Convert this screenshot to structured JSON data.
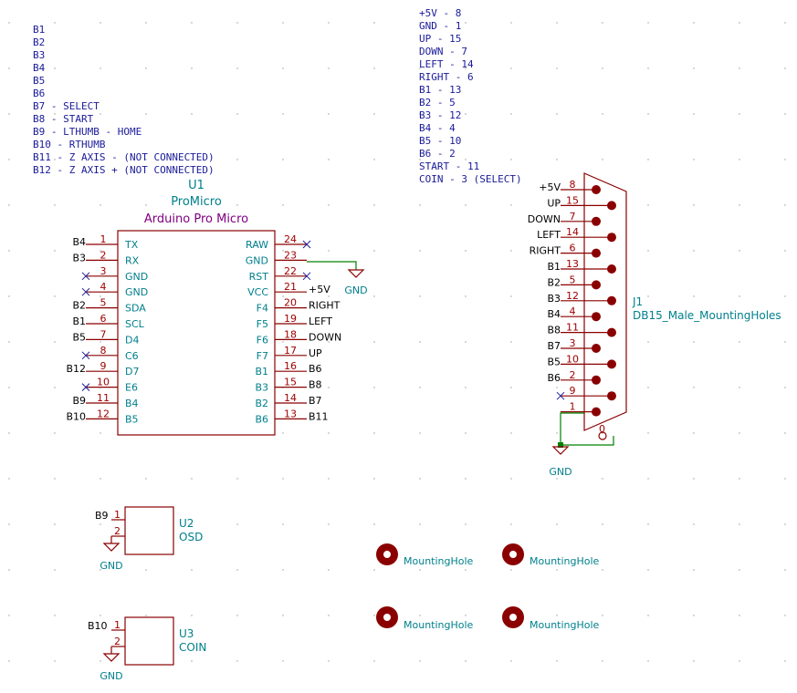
{
  "notes_left": [
    "B1",
    "B2",
    "B3",
    "B4",
    "B5",
    "B6",
    "B7 - SELECT",
    "B8 - START",
    "B9 - LTHUMB - HOME",
    "B10 - RTHUMB",
    "B11 - Z AXIS - (NOT CONNECTED)",
    "B12 - Z AXIS + (NOT CONNECTED)"
  ],
  "notes_right": [
    "+5V - 8",
    "GND - 1",
    "UP - 15",
    "DOWN - 7",
    "LEFT - 14",
    "RIGHT - 6",
    "B1 - 13",
    "B2 - 5",
    "B3 - 12",
    "B4 - 4",
    "B5 - 10",
    "B6 - 2",
    "START - 11",
    "COIN - 3 (SELECT)"
  ],
  "u1": {
    "ref": "U1",
    "value": "ProMicro",
    "lib": "Arduino Pro Micro",
    "left_pins": [
      {
        "num": "1",
        "name": "TX",
        "net": "B4"
      },
      {
        "num": "2",
        "name": "RX",
        "net": "B3"
      },
      {
        "num": "3",
        "name": "GND",
        "net": ""
      },
      {
        "num": "4",
        "name": "GND",
        "net": ""
      },
      {
        "num": "5",
        "name": "SDA",
        "net": "B2"
      },
      {
        "num": "6",
        "name": "SCL",
        "net": "B1"
      },
      {
        "num": "7",
        "name": "D4",
        "net": "B5"
      },
      {
        "num": "8",
        "name": "C6",
        "net": ""
      },
      {
        "num": "9",
        "name": "D7",
        "net": "B12"
      },
      {
        "num": "10",
        "name": "E6",
        "net": ""
      },
      {
        "num": "11",
        "name": "B4",
        "net": "B9"
      },
      {
        "num": "12",
        "name": "B5",
        "net": "B10"
      }
    ],
    "right_pins": [
      {
        "num": "24",
        "name": "RAW",
        "net": ""
      },
      {
        "num": "23",
        "name": "GND",
        "net": ""
      },
      {
        "num": "22",
        "name": "RST",
        "net": ""
      },
      {
        "num": "21",
        "name": "VCC",
        "net": "+5V"
      },
      {
        "num": "20",
        "name": "F4",
        "net": "RIGHT"
      },
      {
        "num": "19",
        "name": "F5",
        "net": "LEFT"
      },
      {
        "num": "18",
        "name": "F6",
        "net": "DOWN"
      },
      {
        "num": "17",
        "name": "F7",
        "net": "UP"
      },
      {
        "num": "16",
        "name": "B1",
        "net": "B6"
      },
      {
        "num": "15",
        "name": "B3",
        "net": "B8"
      },
      {
        "num": "14",
        "name": "B2",
        "net": "B7"
      },
      {
        "num": "13",
        "name": "B6",
        "net": "B11"
      }
    ],
    "gnd_label": "GND"
  },
  "j1": {
    "ref": "J1",
    "value": "DB15_Male_MountingHoles",
    "pins": [
      {
        "num": "8",
        "net": "+5V"
      },
      {
        "num": "15",
        "net": "UP"
      },
      {
        "num": "7",
        "net": "DOWN"
      },
      {
        "num": "14",
        "net": "LEFT"
      },
      {
        "num": "6",
        "net": "RIGHT"
      },
      {
        "num": "13",
        "net": "B1"
      },
      {
        "num": "5",
        "net": "B2"
      },
      {
        "num": "12",
        "net": "B3"
      },
      {
        "num": "4",
        "net": "B4"
      },
      {
        "num": "11",
        "net": "B8"
      },
      {
        "num": "3",
        "net": "B7"
      },
      {
        "num": "10",
        "net": "B5"
      },
      {
        "num": "2",
        "net": "B6"
      },
      {
        "num": "9",
        "net": ""
      },
      {
        "num": "1",
        "net": ""
      }
    ],
    "shield_num": "0",
    "gnd_label": "GND"
  },
  "u2": {
    "ref": "U2",
    "value": "OSD",
    "pin1": "1",
    "pin2": "2",
    "net": "B9",
    "gnd_label": "GND"
  },
  "u3": {
    "ref": "U3",
    "value": "COIN",
    "pin1": "1",
    "pin2": "2",
    "net": "B10",
    "gnd_label": "GND"
  },
  "mounting_holes": [
    "MountingHole",
    "MountingHole",
    "MountingHole",
    "MountingHole"
  ],
  "colors": {
    "body": "#8a0000",
    "pin_text": "#00808c",
    "note": "#1a1a9a",
    "wire": "#008000",
    "lib": "#800080"
  }
}
